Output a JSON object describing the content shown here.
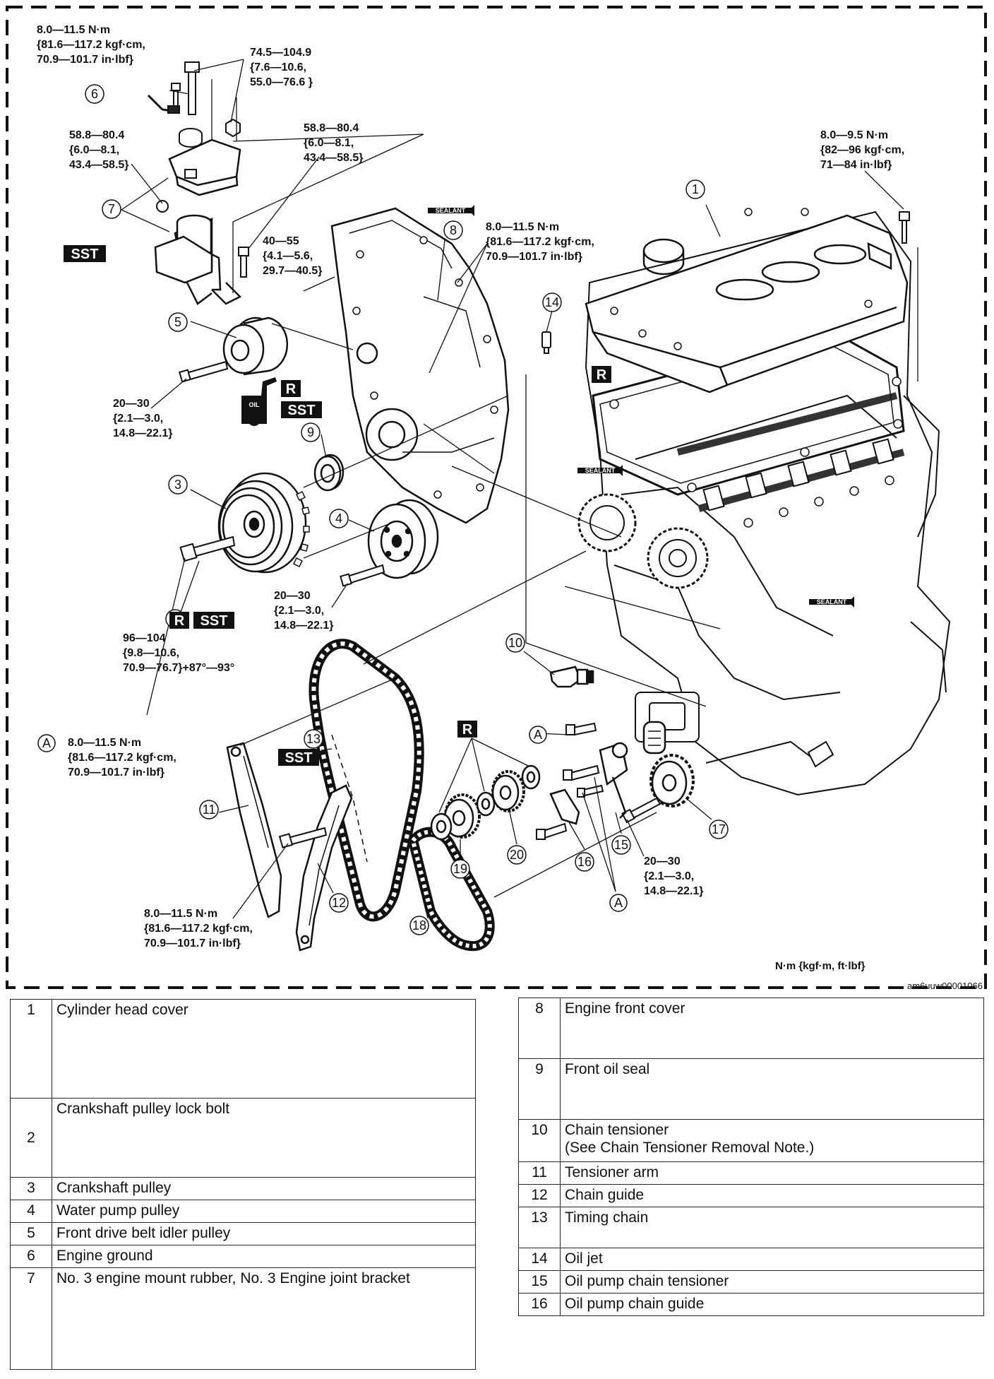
{
  "torque_labels": {
    "ground_bolt": [
      "8.0—11.5 N·m",
      "{81.6—117.2 kgf·cm,",
      "70.9—101.7 in·lbf}"
    ],
    "mount_top_bolt": [
      "74.5—104.9",
      "{7.6—10.6,",
      "55.0—76.6 }"
    ],
    "mount_left_nut": [
      "58.8—80.4",
      "{6.0—8.1,",
      "43.4—58.5}"
    ],
    "mount_mid_nut": [
      "58.8—80.4",
      "{6.0—8.1,",
      "43.4—58.5}"
    ],
    "head_cover_bolt": [
      "8.0—9.5 N·m",
      "{82—96 kgf·cm,",
      "71—84 in·lbf}"
    ],
    "front_cover_bolt": [
      "8.0—11.5 N·m",
      "{81.6—117.2 kgf·cm,",
      "70.9—101.7 in·lbf}"
    ],
    "cover_bolt_small": [
      "40—55",
      "{4.1—5.6,",
      "29.7—40.5}"
    ],
    "idler_bolt": [
      "20—30",
      "{2.1—3.0,",
      "14.8—22.1}"
    ],
    "water_pump_bolt": [
      "20—30",
      "{2.1—3.0,",
      "14.8—22.1}"
    ],
    "crank_bolt": [
      "96—104",
      "{9.8—10.6,",
      "70.9—76.7}+87°—93°"
    ],
    "a_bolt": [
      "8.0—11.5 N·m",
      "{81.6—117.2 kgf·cm,",
      "70.9—101.7 in·lbf}"
    ],
    "guide_bolt": [
      "8.0—11.5 N·m",
      "{81.6—117.2 kgf·cm,",
      "70.9—101.7 in·lbf}"
    ],
    "pump_bolt": [
      "20—30",
      "{2.1—3.0,",
      "14.8—22.1}"
    ]
  },
  "callouts": [
    "1",
    "2",
    "3",
    "4",
    "5",
    "6",
    "7",
    "8",
    "9",
    "10",
    "11",
    "12",
    "13",
    "14",
    "15",
    "16",
    "17",
    "18",
    "19",
    "20",
    "A"
  ],
  "tags": {
    "sst": "SST",
    "r": "R",
    "oil": "OIL",
    "sealant": "SEALANT"
  },
  "unit_note": "N·m {kgf·m, ft·lbf}",
  "figure_ref": "am6uuw00001066",
  "parts_left": [
    {
      "no": "1",
      "name": "Cylinder head cover"
    },
    {
      "no": "2",
      "name": "Crankshaft pulley lock bolt"
    },
    {
      "no": "3",
      "name": "Crankshaft pulley"
    },
    {
      "no": "4",
      "name": "Water pump pulley"
    },
    {
      "no": "5",
      "name": "Front drive belt idler pulley"
    },
    {
      "no": "6",
      "name": "Engine ground"
    },
    {
      "no": "7",
      "name": "No. 3 engine mount rubber, No. 3 Engine joint bracket"
    }
  ],
  "parts_right": [
    {
      "no": "8",
      "name": "Engine front cover"
    },
    {
      "no": "9",
      "name": "Front oil seal"
    },
    {
      "no": "10",
      "name": "Chain tensioner",
      "note": "(See Chain Tensioner Removal Note.)"
    },
    {
      "no": "11",
      "name": "Tensioner arm"
    },
    {
      "no": "12",
      "name": "Chain guide"
    },
    {
      "no": "13",
      "name": "Timing chain"
    },
    {
      "no": "14",
      "name": "Oil jet"
    },
    {
      "no": "15",
      "name": "Oil pump chain tensioner"
    },
    {
      "no": "16",
      "name": "Oil pump chain guide"
    }
  ]
}
